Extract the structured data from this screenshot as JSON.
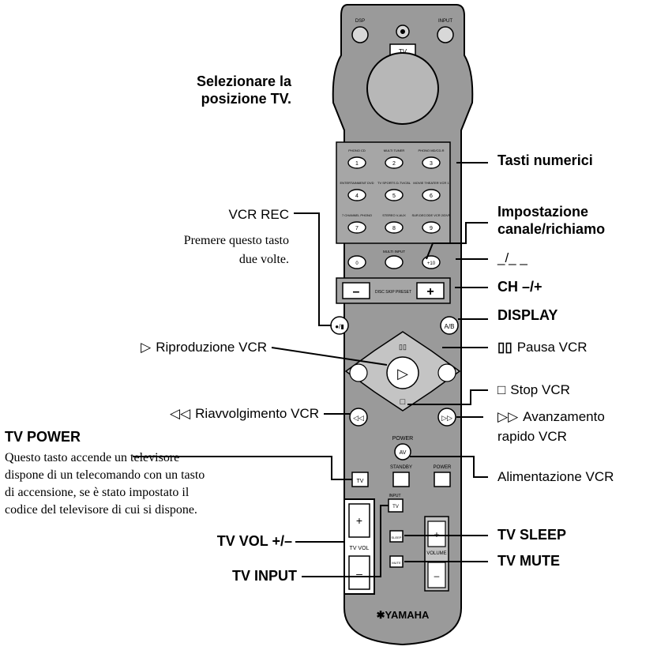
{
  "labels": {
    "select_tv": [
      "Selezionare la",
      "posizione TV."
    ],
    "numeric_keys": "Tasti numerici",
    "channel_set": [
      "Impostazione",
      "canale/richiamo"
    ],
    "dash_key": "_/_ _",
    "ch": "CH –/+",
    "display": "DISPLAY",
    "vcr_rec": "VCR REC",
    "vcr_rec_note": [
      "Premere questo tasto",
      "due volte."
    ],
    "play": "Riproduzione VCR",
    "pause": "Pausa VCR",
    "stop": "Stop VCR",
    "rewind": "Riavvolgimento VCR",
    "ff": [
      "Avanzamento",
      "rapido VCR"
    ],
    "tv_power": "TV POWER",
    "tv_power_note": [
      "Questo tasto accende un televisore",
      "dispone di un telecomando con un tasto",
      "di accensione, se è stato impostato il",
      "codice del televisore di cui si dispone."
    ],
    "vcr_power": "Alimentazione VCR",
    "tv_vol": "TV VOL +/–",
    "tv_sleep": "TV SLEEP",
    "tv_input": "TV INPUT",
    "tv_mute": "TV MUTE"
  },
  "glyphs": {
    "play": "▷",
    "pause": "▯▯",
    "stop": "□",
    "rewind": "◁◁",
    "ff": "▷▷"
  },
  "remote": {
    "top_left": "DSP",
    "top_right": "INPUT",
    "tv_tab": "TV",
    "numpad": [
      {
        "cap": "PHONO CD",
        "key": "1"
      },
      {
        "cap": "MULTI TUNER",
        "key": "2"
      },
      {
        "cap": "PHONO MD/CD-R",
        "key": "3"
      },
      {
        "cap": "ENTERTAINMENT DVD",
        "key": "4"
      },
      {
        "cap": "TV SPORTS D-TV/CBL",
        "key": "5"
      },
      {
        "cap": "MOVIE THEATER VCR 1",
        "key": "6"
      },
      {
        "cap": "7 CHANNEL PHONO",
        "key": "7"
      },
      {
        "cap": "STEREO V-AUX",
        "key": "8"
      },
      {
        "cap": "SUR.DECODE VCR 2/DVR",
        "key": "9"
      }
    ],
    "zero": "0",
    "multi_input": "MULTI INPUT",
    "hundred": "+10",
    "disc_skip": "DISC SKIP PRESET",
    "rec_btn": "●/▮",
    "ab_btn": "A/B",
    "power_av": "AV",
    "power_label": "POWER",
    "power_tv": "TV",
    "standby": "STANDBY",
    "power_on": "POWER",
    "input_btn": "TV",
    "input_cap": "INPUT",
    "sleep_btn": "SLEEP",
    "mute_btn": "MUTE",
    "tv_vol": "TV VOL",
    "volume": "VOLUME",
    "plus": "+",
    "minus": "–",
    "brand": "✱YAMAHA"
  }
}
